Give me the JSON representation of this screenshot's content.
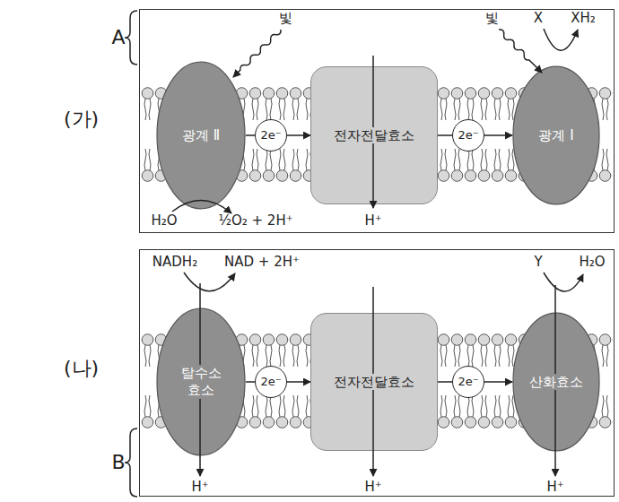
{
  "diagram": {
    "nodes": [
      {
        "text": [
          "(가)"
        ]
      },
      {
        "text": [
          "광계 Ⅱ"
        ],
        "in": 0
      },
      {
        "text": [
          "2e⁻"
        ],
        "in": 0
      },
      {
        "text": [
          "전자전달효소"
        ],
        "in": 0
      },
      {
        "text": [
          "2e⁻"
        ],
        "in": 0
      },
      {
        "text": [
          "광계 Ⅰ"
        ],
        "in": 0
      },
      {
        "text": [
          "(나)"
        ]
      },
      {
        "text": [
          "탈수소 효소"
        ],
        "in": 6
      },
      {
        "text": [
          "2e⁻"
        ],
        "in": 6
      },
      {
        "text": [
          "전자전달효소"
        ],
        "in": 6
      },
      {
        "text": [
          "2e⁻"
        ],
        "in": 6
      },
      {
        "text": [
          "산화효소"
        ],
        "in": 6
      }
    ],
    "edges": [
      {
        "from": 1,
        "to": 2,
        "arrow": "none"
      },
      {
        "from": 2,
        "to": 3,
        "arrow": "to"
      },
      {
        "from": 3,
        "to": 4,
        "arrow": "none"
      },
      {
        "from": 4,
        "to": 5,
        "arrow": "to"
      },
      {
        "from": 7,
        "to": 8,
        "arrow": "none"
      },
      {
        "from": 8,
        "to": 9,
        "arrow": "to"
      },
      {
        "from": 9,
        "to": 10,
        "arrow": "none"
      },
      {
        "from": 10,
        "to": 11,
        "arrow": "to"
      }
    ],
    "labels": [
      "A",
      "빛",
      "빛",
      "X",
      "XH₂",
      "H₂O",
      "½O₂ + 2H⁺",
      "H⁺",
      "NADH₂",
      "NAD + 2H⁺",
      "Y",
      "H₂O",
      "H⁺",
      "H⁺",
      "H⁺",
      "B"
    ]
  }
}
